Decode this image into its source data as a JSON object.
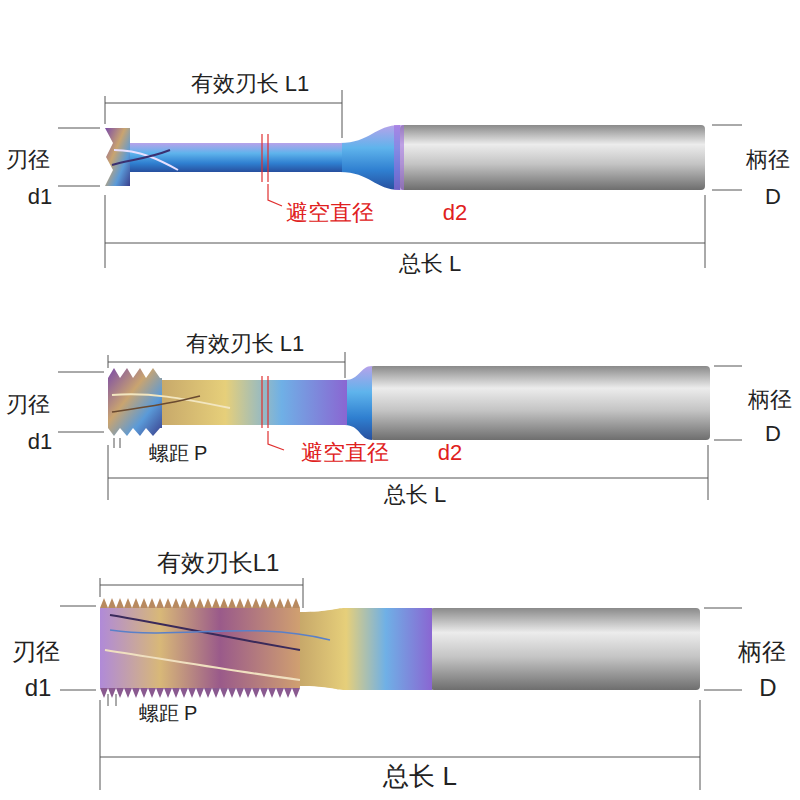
{
  "diagram": {
    "labels": [
      "有效刃长 L1",
      "刃径",
      "d1",
      "柄径",
      "D",
      "避空直径",
      "d2",
      "总长 L",
      "有效刃长 L1",
      "刃径",
      "d1",
      "螺距 P",
      "柄径",
      "D",
      "避空直径",
      "d2",
      "总长 L",
      "有效刃长L1",
      "刃径",
      "d1",
      "螺距 P",
      "柄径",
      "D",
      "总长 L"
    ]
  }
}
